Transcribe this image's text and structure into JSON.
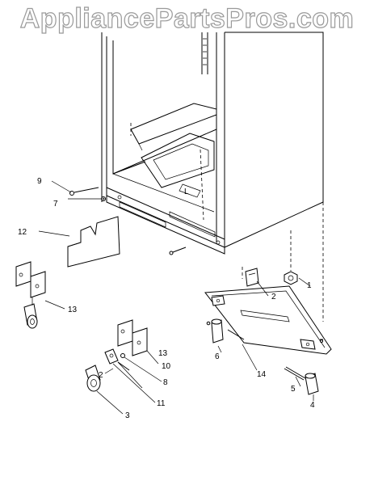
{
  "watermark": "AppliancePartsPros.com",
  "callouts": [
    "1",
    "2",
    "2",
    "3",
    "4",
    "5",
    "6",
    "7",
    "8",
    "9",
    "10",
    "11",
    "12",
    "13",
    "13",
    "14"
  ]
}
